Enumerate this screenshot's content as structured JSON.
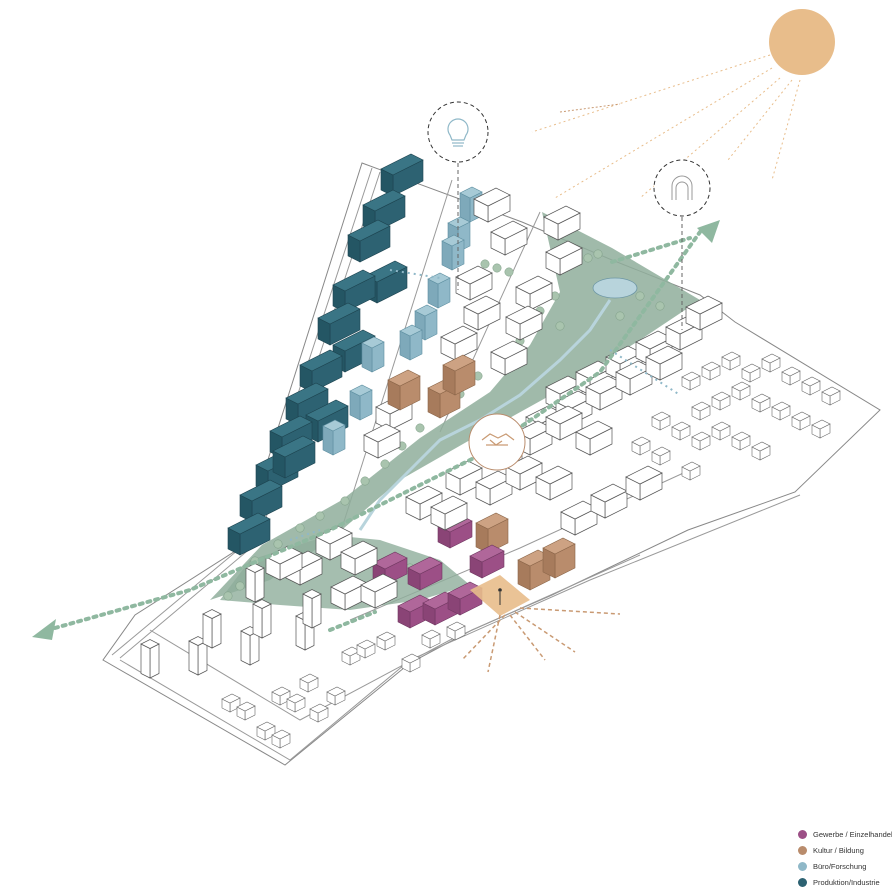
{
  "colors": {
    "gewerbe": "#9c4f86",
    "kultur": "#b98c6c",
    "buero": "#8fb8c8",
    "produktion": "#2d6272",
    "green": "#8fae9b",
    "sun": "#e8bd8b",
    "arrow_green": "#8fb8a0",
    "arrow_orange": "#c99a73"
  },
  "legend": [
    {
      "label": "Gewerbe / Einzelhandel",
      "color": "#9c4f86"
    },
    {
      "label": "Kultur / Bildung",
      "color": "#b98c6c"
    },
    {
      "label": "Büro/Forschung",
      "color": "#8fb8c8"
    },
    {
      "label": "Produktion/Industrie",
      "color": "#2d6272"
    }
  ],
  "icons": [
    {
      "name": "lightbulb-icon"
    },
    {
      "name": "gate-icon"
    },
    {
      "name": "handshake-icon"
    }
  ]
}
